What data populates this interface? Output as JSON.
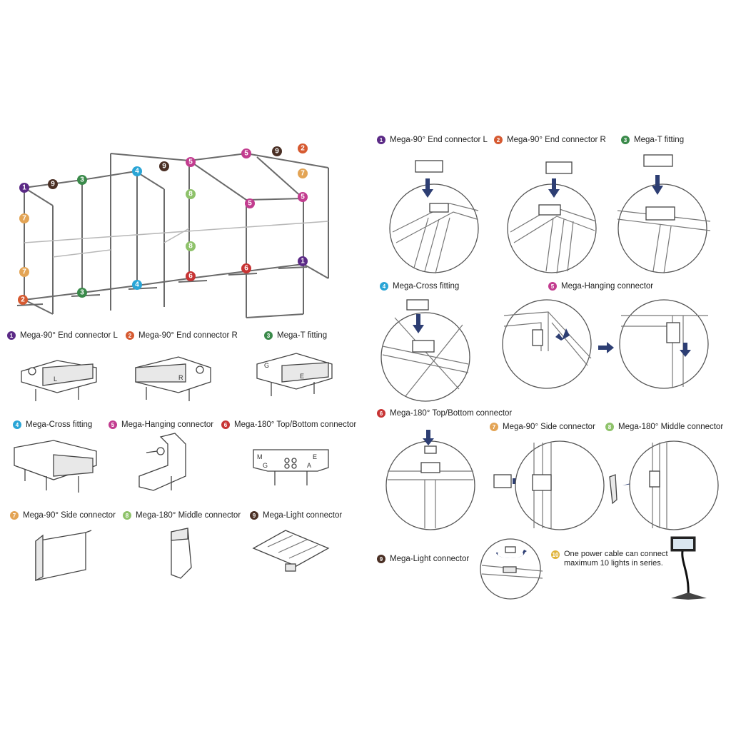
{
  "colors": {
    "c1": "#5b2a86",
    "c2": "#d65a31",
    "c3": "#3a8a4a",
    "c4": "#2aa5d6",
    "c5": "#c23c8f",
    "c6": "#c73434",
    "c7": "#e3a455",
    "c8": "#8ec26a",
    "c9": "#4a2f24",
    "c10": "#e0b43a",
    "arrow": "#2d3e73"
  },
  "markers": {
    "n1": "1",
    "n2": "2",
    "n3": "3",
    "n4": "4",
    "n5": "5",
    "n6": "6",
    "n7": "7",
    "n8": "8",
    "n9": "9",
    "n10": "10"
  },
  "left": {
    "end_l": "Mega-90° End connector L",
    "end_r": "Mega-90° End connector R",
    "t_fit": "Mega-T fitting",
    "cross": "Mega-Cross fitting",
    "hanging": "Mega-Hanging connector",
    "top_bottom": "Mega-180° Top/Bottom connector",
    "side": "Mega-90° Side connector",
    "middle": "Mega-180° Middle connector",
    "light": "Mega-Light connector"
  },
  "right": {
    "end_l": "Mega-90° End connector L",
    "end_r": "Mega-90° End connector R",
    "t_fit": "Mega-T fitting",
    "cross": "Mega-Cross fitting",
    "hanging": "Mega-Hanging connector",
    "top_bottom": "Mega-180° Top/Bottom connector",
    "side": "Mega-90° Side connector",
    "middle": "Mega-180° Middle connector",
    "light": "Mega-Light connector",
    "power_note_1": "One power cable can connect",
    "power_note_2": "maximum 10 lights in series."
  },
  "part_letters": {
    "l1": "L",
    "r1": "R",
    "g1": "G",
    "m1": "M",
    "e1": "E",
    "a1": "A"
  }
}
